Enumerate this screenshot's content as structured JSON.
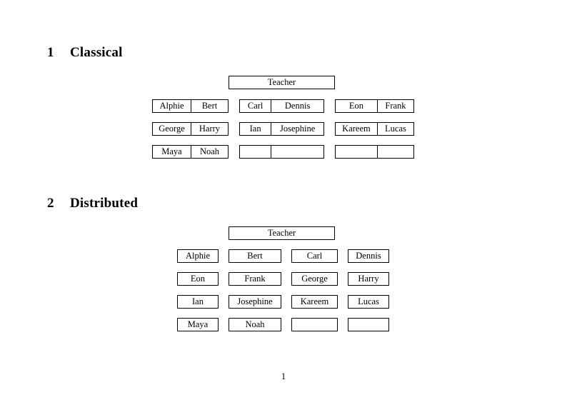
{
  "document": {
    "page_number": "1"
  },
  "sections": [
    {
      "number": "1",
      "title": "Classical",
      "teacher_label": "Teacher",
      "layout": "paired-two-cell-tables",
      "column_groups": [
        {
          "rows": [
            {
              "cells": [
                "Alphie",
                "Bert"
              ]
            },
            {
              "cells": [
                "George",
                "Harry"
              ]
            },
            {
              "cells": [
                "Maya",
                "Noah"
              ]
            }
          ]
        },
        {
          "rows": [
            {
              "cells": [
                "Carl",
                "Dennis"
              ]
            },
            {
              "cells": [
                "Ian",
                "Josephine"
              ]
            },
            {
              "cells": [
                "",
                ""
              ]
            }
          ]
        },
        {
          "rows": [
            {
              "cells": [
                "Eon",
                "Frank"
              ]
            },
            {
              "cells": [
                "Kareem",
                "Lucas"
              ]
            },
            {
              "cells": [
                "",
                ""
              ]
            }
          ]
        }
      ]
    },
    {
      "number": "2",
      "title": "Distributed",
      "teacher_label": "Teacher",
      "layout": "individual-boxes-grid",
      "rows": [
        {
          "cells": [
            "Alphie",
            "Bert",
            "Carl",
            "Dennis"
          ]
        },
        {
          "cells": [
            "Eon",
            "Frank",
            "George",
            "Harry"
          ]
        },
        {
          "cells": [
            "Ian",
            "Josephine",
            "Kareem",
            "Lucas"
          ]
        },
        {
          "cells": [
            "Maya",
            "Noah",
            "",
            ""
          ]
        }
      ]
    }
  ]
}
